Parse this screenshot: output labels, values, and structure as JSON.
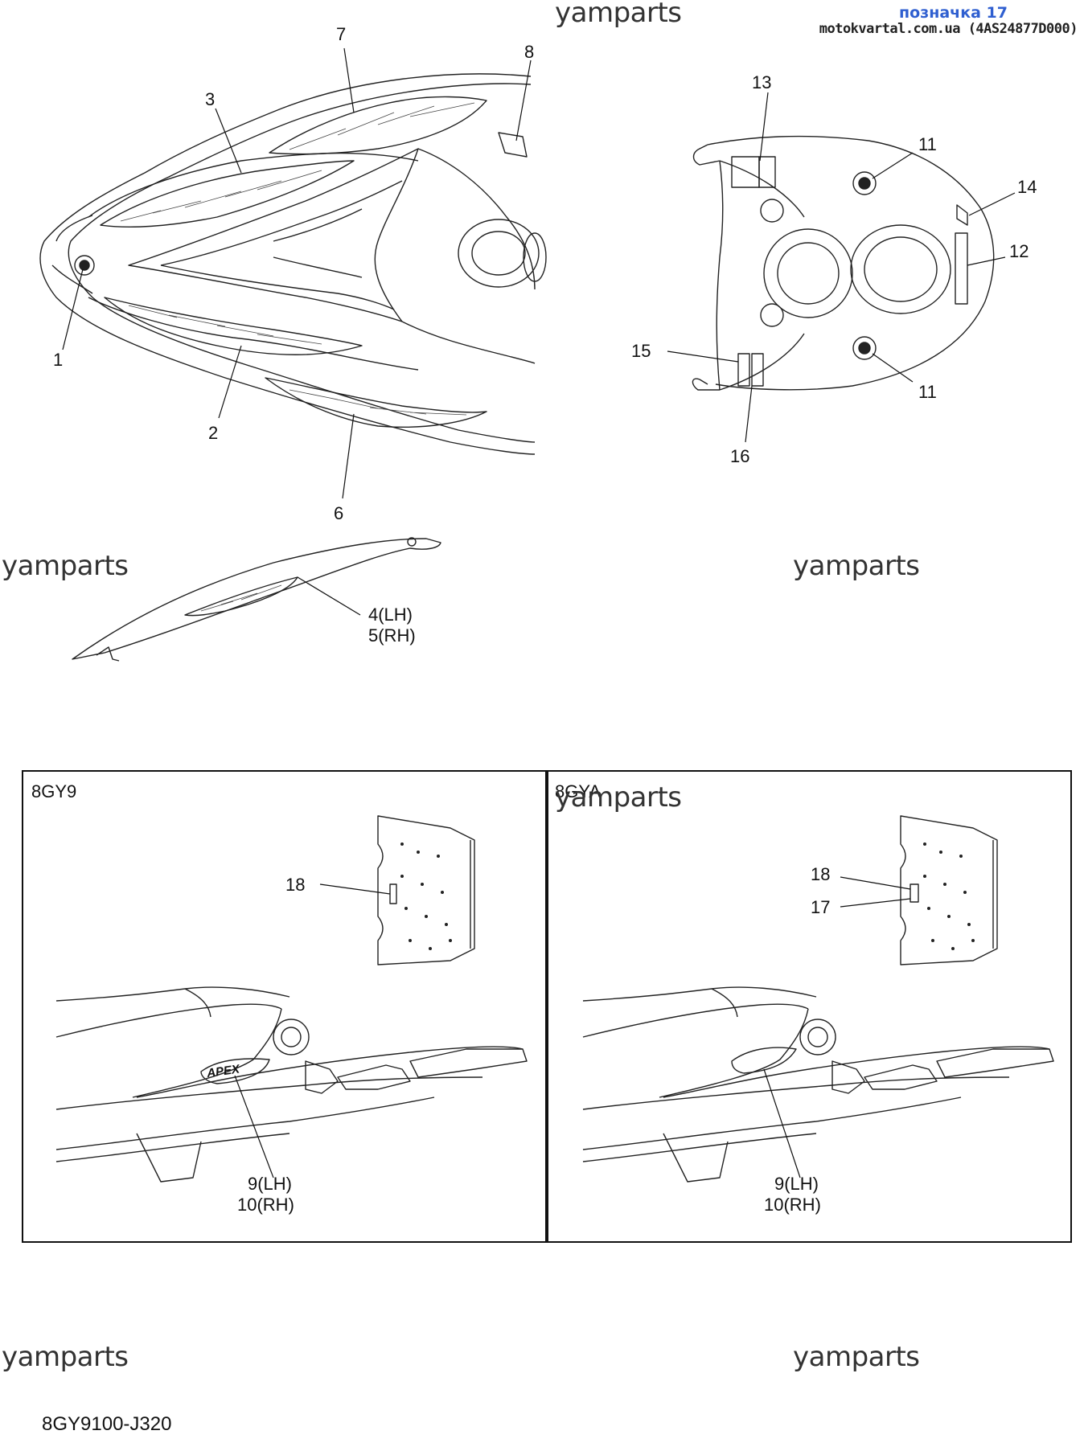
{
  "header": {
    "title": "позначка 17",
    "subtitle": "motokvartal.com.ua (4AS24877D000)"
  },
  "watermarks": {
    "top_center": "yamparts",
    "mid_left": "yamparts",
    "mid_right": "yamparts",
    "panel_right": "yamparts",
    "bottom_left": "yamparts",
    "bottom_right": "yamparts"
  },
  "callouts": {
    "c1": "1",
    "c2": "2",
    "c3": "3",
    "c6": "6",
    "c7": "7",
    "c8": "8",
    "c11a": "11",
    "c11b": "11",
    "c12": "12",
    "c13": "13",
    "c14": "14",
    "c15": "15",
    "c16": "16",
    "c4_lh": "4(LH)",
    "c5_rh": "5(RH)",
    "p1_18": "18",
    "p1_9_lh": "9(LH)",
    "p1_10_rh": "10(RH)",
    "p2_18": "18",
    "p2_17": "17",
    "p2_9_lh": "9(LH)",
    "p2_10_rh": "10(RH)"
  },
  "panels": {
    "left_label": "8GY9",
    "right_label": "8GYA"
  },
  "badges": {
    "apex_text": "APEX"
  },
  "footer": {
    "part_number": "8GY9100-J320"
  }
}
